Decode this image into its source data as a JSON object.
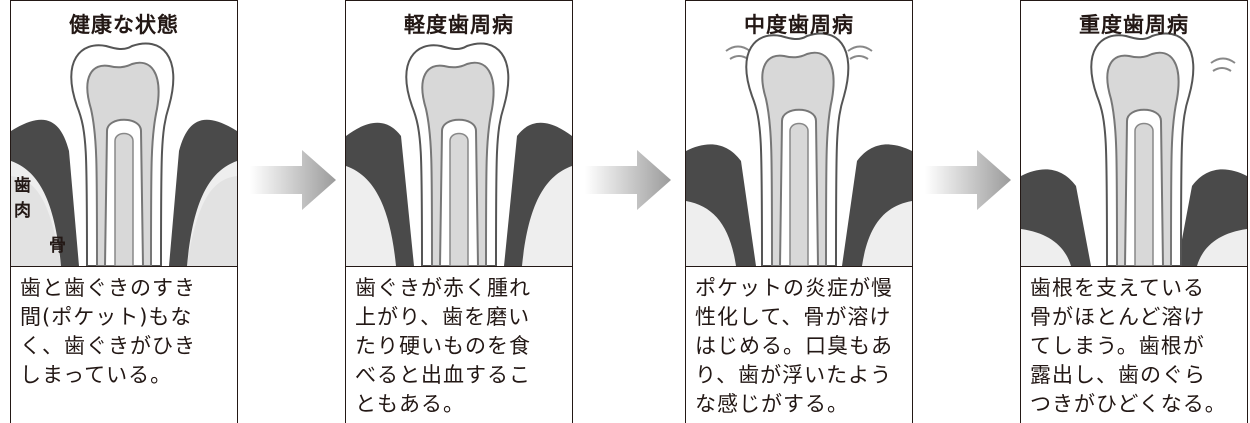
{
  "stages": [
    {
      "title": "健康な状態",
      "caption": "歯と歯ぐきのすき\n間(ポケット)もな\nく、歯ぐきがひき\nしまっている。"
    },
    {
      "title": "軽度歯周病",
      "caption": "歯ぐきが赤く腫れ\n上がり、歯を磨い\nたり硬いものを食\nべると出血するこ\nともある。"
    },
    {
      "title": "中度歯周病",
      "caption": "ポケットの炎症が慢\n性化して、骨が溶け\nはじめる。口臭もあ\nり、歯が浮いたよう\nな感じがする。"
    },
    {
      "title": "重度歯周病",
      "caption": "歯根を支えている\n骨がほとんど溶け\nてしまう。歯根が\n露出し、歯のぐら\nつきがひどくなる。"
    }
  ],
  "labels": {
    "tooth": "歯",
    "gum": "肉",
    "bone": "骨"
  }
}
